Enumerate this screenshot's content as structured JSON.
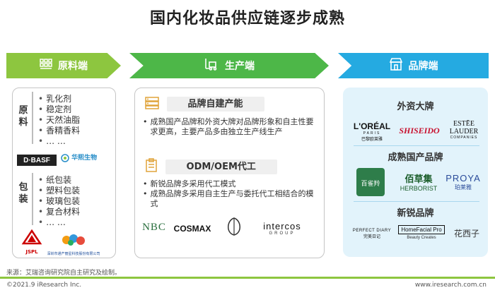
{
  "title": "国内化妆品供应链逐步成熟",
  "columns": {
    "raw": {
      "header": "原料端",
      "raw_label": "原料",
      "raw_items": [
        "乳化剂",
        "稳定剂",
        "天然油脂",
        "香精香料",
        "… …"
      ],
      "pack_label": "包装",
      "pack_items": [
        "纸包装",
        "塑料包装",
        "玻璃包装",
        "复合材料",
        "… …"
      ],
      "logos": {
        "basf": "D·BASF",
        "huaxi": "华熙生物",
        "jspl": "JSPL",
        "sz": "深圳市通产丽星科技股份有限公司"
      }
    },
    "production": {
      "header": "生产端",
      "sec1_title": "品牌自建产能",
      "sec1_text": "成熟国产品牌和外资大牌对品牌形象和自主性要求更高，主要产品多由独立生产线生产",
      "sec2_title": "ODM/OEM代工",
      "sec2_items": [
        "新锐品牌多采用代工模式",
        "成熟品牌多采用自主生产与委托代工相结合的模式"
      ],
      "logos": {
        "nbc": "NBC",
        "cosmax": "COSMAX",
        "intercos": "intercos",
        "intercos_sub": "GROUP"
      }
    },
    "brand": {
      "header": "品牌端",
      "foreign_title": "外资大牌",
      "domestic_title": "成熟国产品牌",
      "new_title": "新锐品牌",
      "foreign_logos": {
        "loreal": "L'ORÉAL",
        "loreal_sub1": "PARIS",
        "loreal_sub2": "巴黎欧莱雅",
        "shiseido": "SHISEIDO",
        "estee1": "ESTĒE",
        "estee2": "LAUDER",
        "estee3": "COMPANIES"
      },
      "domestic_logos": {
        "baiqueling": "百雀羚",
        "herborist_cn": "佰草集",
        "herborist_en": "HERBORIST",
        "proya_en": "PROYA",
        "proya_cn": "珀莱雅"
      },
      "new_logos": {
        "perfect_diary": "PERFECT DIARY",
        "perfect_diary_cn": "完美日记",
        "homefacial": "HomeFacial Pro",
        "homefacial_sub": "Beauty Creates",
        "huaxizi": "花西子"
      }
    }
  },
  "footer": {
    "source": "来源：艾瑞咨询研究院自主研究及绘制。",
    "copyright": "©2021.9 iResearch Inc.",
    "website": "www.iresearch.com.cn"
  },
  "colors": {
    "raw": "#8dc63f",
    "production": "#4db748",
    "brand": "#25aae1"
  }
}
